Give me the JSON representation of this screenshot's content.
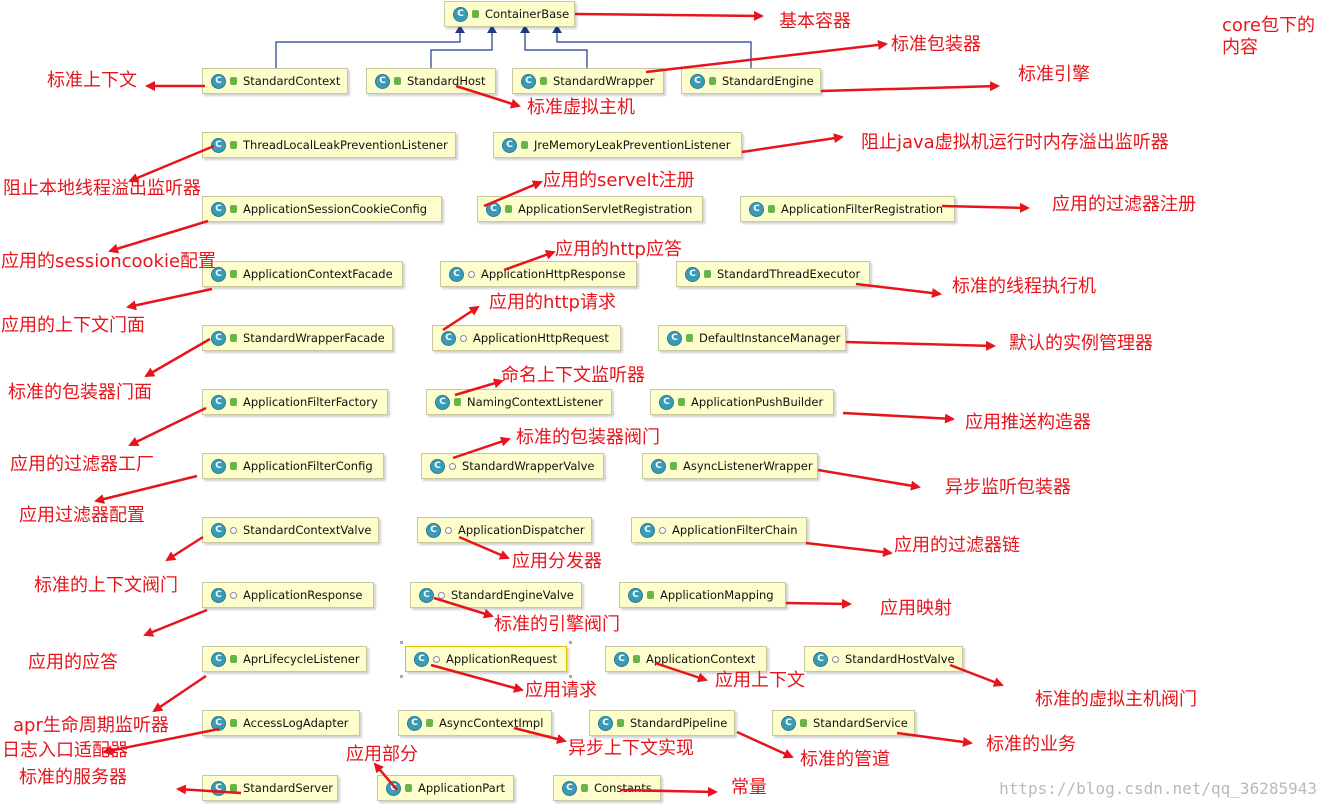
{
  "classes": {
    "containerbase": "ContainerBase",
    "standardcontext": "StandardContext",
    "standardhost": "StandardHost",
    "standardwrapper": "StandardWrapper",
    "standardengine": "StandardEngine",
    "threadlocal": "ThreadLocalLeakPreventionListener",
    "jrememory": "JreMemoryLeakPreventionListener",
    "sessioncookie": "ApplicationSessionCookieConfig",
    "servletreg": "ApplicationServletRegistration",
    "filterreg": "ApplicationFilterRegistration",
    "contextfacade": "ApplicationContextFacade",
    "httpresponse": "ApplicationHttpResponse",
    "threadexecutor": "StandardThreadExecutor",
    "wrapperfacade": "StandardWrapperFacade",
    "httprequest": "ApplicationHttpRequest",
    "instancemanager": "DefaultInstanceManager",
    "filterfactory": "ApplicationFilterFactory",
    "namingcontext": "NamingContextListener",
    "pushbuilder": "ApplicationPushBuilder",
    "filterconfig": "ApplicationFilterConfig",
    "wrappervalve": "StandardWrapperValve",
    "asynclistener": "AsyncListenerWrapper",
    "contextvalve": "StandardContextValve",
    "dispatcher": "ApplicationDispatcher",
    "filterchain": "ApplicationFilterChain",
    "appresponse": "ApplicationResponse",
    "enginevalve": "StandardEngineValve",
    "mapping": "ApplicationMapping",
    "aprlifecycle": "AprLifecycleListener",
    "apprequest": "ApplicationRequest",
    "appcontext": "ApplicationContext",
    "hostvalve": "StandardHostValve",
    "accesslog": "AccessLogAdapter",
    "asynccontext": "AsyncContextImpl",
    "pipeline": "StandardPipeline",
    "service": "StandardService",
    "server": "StandardServer",
    "apppart": "ApplicationPart",
    "constants": "Constants"
  },
  "notes": {
    "containerbase": "基本容器",
    "wrapper": "标准包装器",
    "engine": "标准引擎",
    "context": "标准上下文",
    "host": "标准虚拟主机",
    "jre": "阻止java虚拟机运行时内存溢出监听器",
    "threadlocal": "阻止本地线程溢出监听器",
    "servletreg": "应用的servelt注册",
    "filterreg": "应用的过滤器注册",
    "session": "应用的sessioncookie配置",
    "httpresponse": "应用的http应答",
    "threadexecutor": "标准的线程执行机",
    "contextfacade": "应用的上下文门面",
    "httprequest": "应用的http请求",
    "instancemanager": "默认的实例管理器",
    "wrapperfacade": "标准的包装器门面",
    "naming": "命名上下文监听器",
    "pushbuilder": "应用推送构造器",
    "filterfactory": "应用的过滤器工厂",
    "wrappervalve": "标准的包装器阀门",
    "asynclistener": "异步监听包装器",
    "filterconfig": "应用过滤器配置",
    "filterchain": "应用的过滤器链",
    "dispatcher": "应用分发器",
    "contextvalve": "标准的上下文阀门",
    "mapping": "应用映射",
    "enginevalve": "标准的引擎阀门",
    "appresponse": "应用的应答",
    "appcontext": "应用上下文",
    "apprequest": "应用请求",
    "hostvalve": "标准的虚拟主机阀门",
    "apr": "apr生命周期监听器",
    "accesslog": "日志入口适配器",
    "asynccontext": "异步上下文实现",
    "pipeline": "标准的管道",
    "service": "标准的业务",
    "server": "标准的服务器",
    "apppart": "应用部分",
    "constants": "常量",
    "core": "core包下的内容"
  },
  "watermark": "https://blog.csdn.net/qq_36285943",
  "colors": {
    "annotation": "#e8141b",
    "class_box": "#fefecc",
    "class_icon": "#3a9bb7",
    "inheritance": "#1f3a8a"
  }
}
